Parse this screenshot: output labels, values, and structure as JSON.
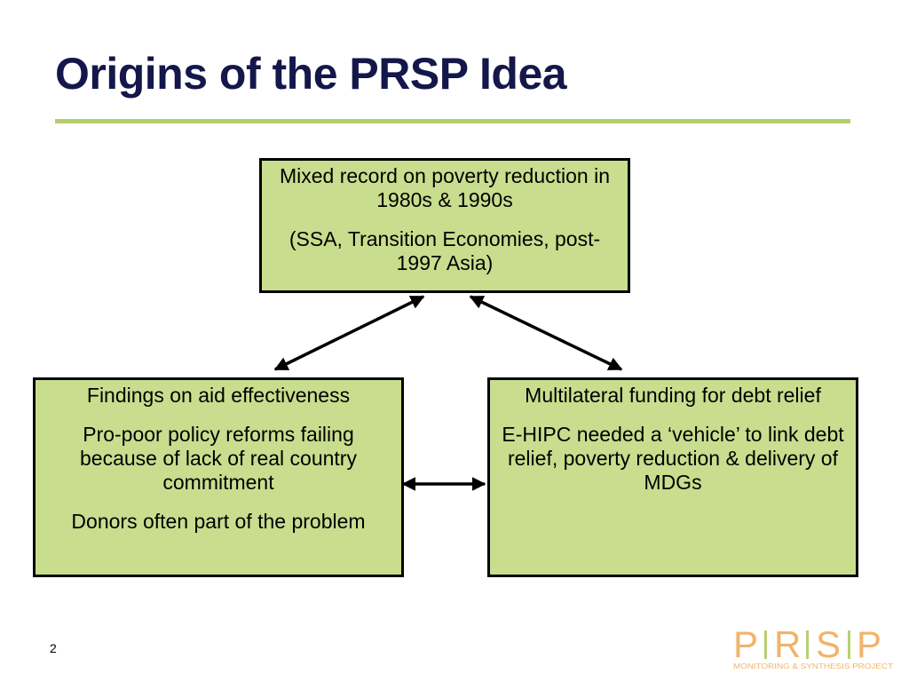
{
  "slide": {
    "title": "Origins of the PRSP Idea",
    "page_number": "2"
  },
  "diagram": {
    "top_box": {
      "line1": "Mixed record on poverty reduction in 1980s & 1990s",
      "line2": "(SSA, Transition Economies, post-1997 Asia)"
    },
    "left_box": {
      "line1": "Findings on aid effectiveness",
      "line2": "Pro-poor policy reforms failing because of lack of real country commitment",
      "line3": "Donors often part of the problem"
    },
    "right_box": {
      "line1": "Multilateral funding for debt relief",
      "line2": "E-HIPC needed a ‘vehicle’ to link debt relief, poverty reduction  & delivery of MDGs"
    }
  },
  "logo": {
    "letter1": "P",
    "letter2": "R",
    "letter3": "S",
    "letter4": "P",
    "tagline": "MONITORING & SYNTHESIS PROJECT"
  },
  "colors": {
    "title": "#14174a",
    "rule": "#b4cf6a",
    "box_fill": "#c9dd8e",
    "logo_letters": "#f0b46a",
    "logo_bars": "#b7cf72"
  }
}
